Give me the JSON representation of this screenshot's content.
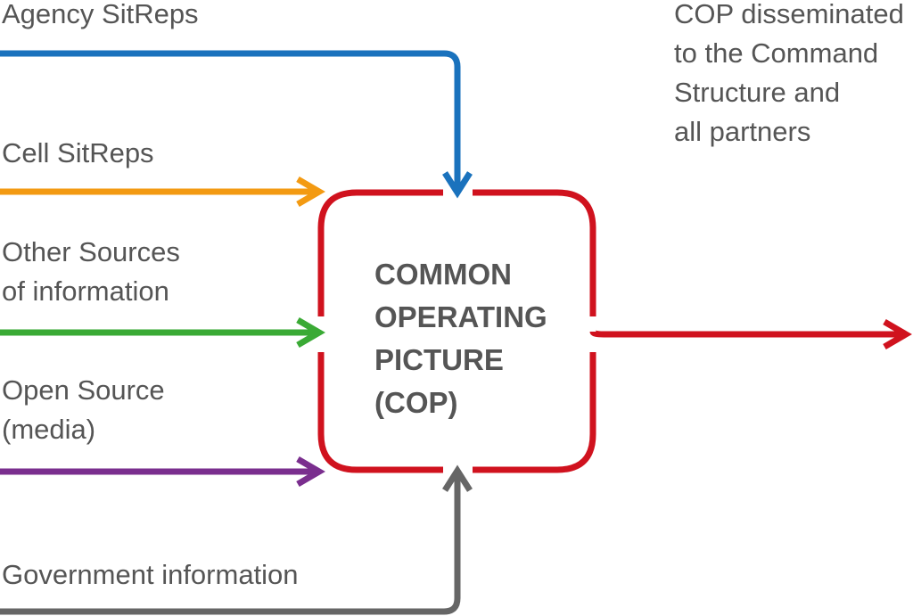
{
  "inputs": {
    "agency": {
      "label": "Agency SitReps",
      "color": "#1a72bd"
    },
    "cell": {
      "label": "Cell SitReps",
      "color": "#f39a12"
    },
    "other": {
      "line1": "Other Sources",
      "line2": "of information",
      "color": "#3aaa35"
    },
    "open": {
      "line1": "Open Source",
      "line2": "(media)",
      "color": "#7a2e8e"
    },
    "government": {
      "label": "Government information",
      "color": "#666666"
    }
  },
  "cop": {
    "line1": "COMMON",
    "line2": "OPERATING",
    "line3": "PICTURE",
    "line4": "(COP)",
    "color": "#d0121e"
  },
  "output": {
    "line1": "COP disseminated",
    "line2": "to the Command",
    "line3": "Structure and",
    "line4": "all partners",
    "color": "#d0121e"
  }
}
